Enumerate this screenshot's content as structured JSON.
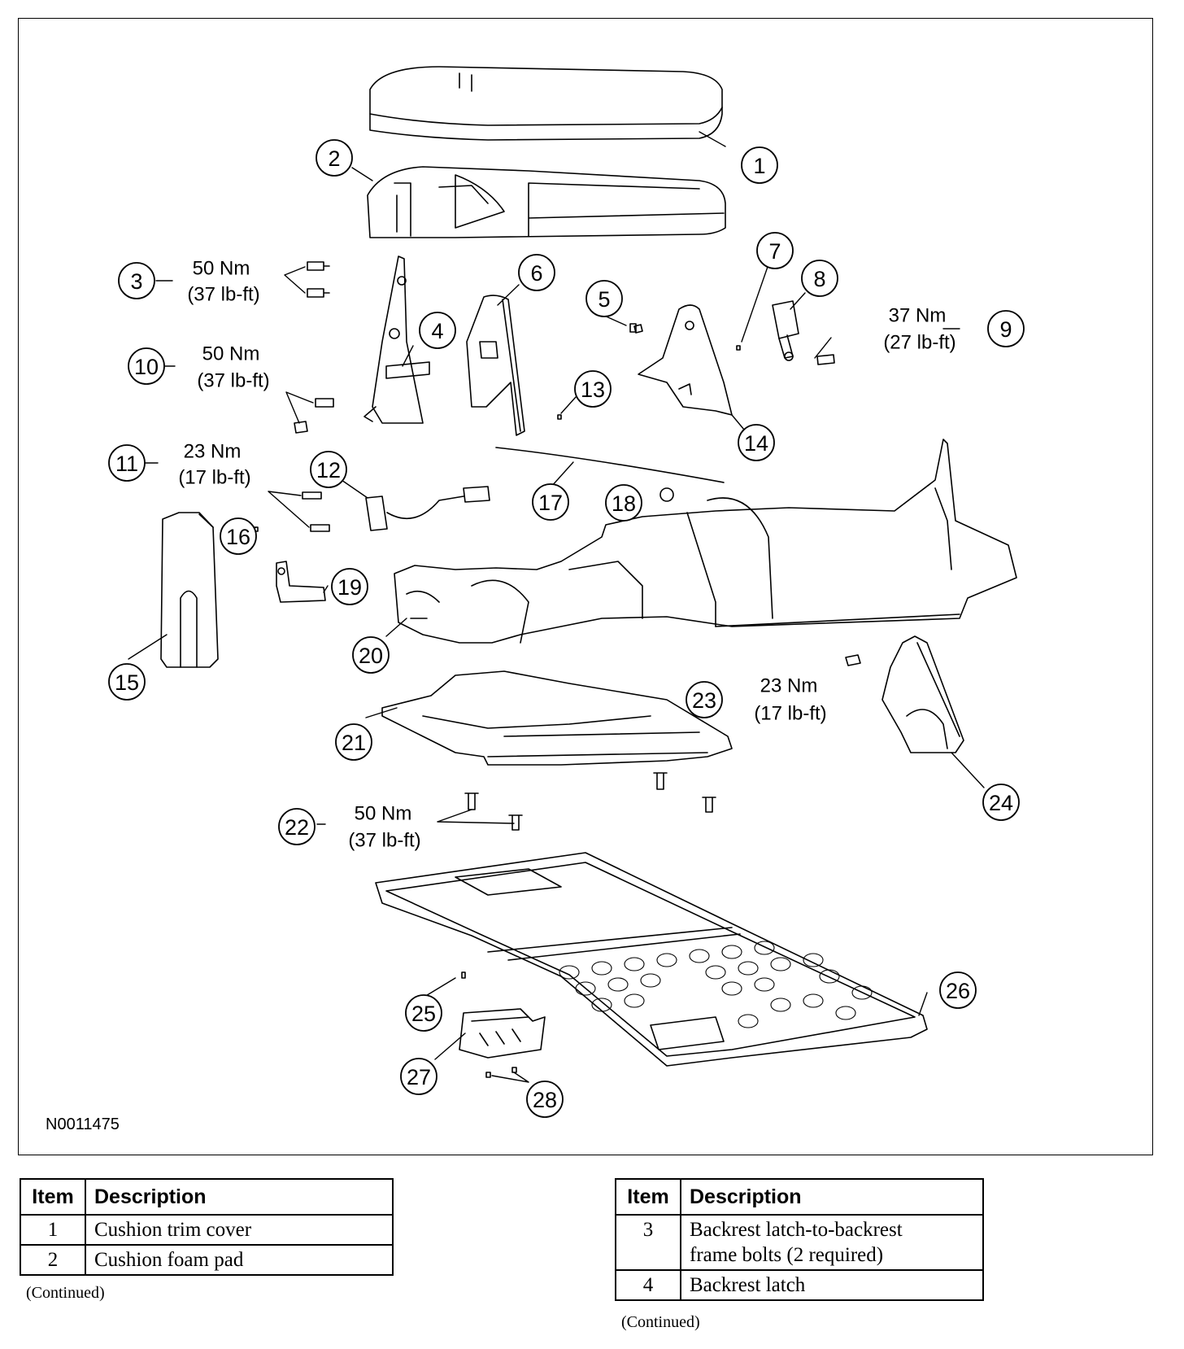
{
  "figure_id": "N0011475",
  "callouts": [
    "1",
    "2",
    "3",
    "4",
    "5",
    "6",
    "7",
    "8",
    "9",
    "10",
    "11",
    "12",
    "13",
    "14",
    "15",
    "16",
    "17",
    "18",
    "19",
    "20",
    "21",
    "22",
    "23",
    "24",
    "25",
    "26",
    "27",
    "28"
  ],
  "torque_specs": [
    {
      "item": "3",
      "nm": "50 Nm",
      "lbft": "(37 lb-ft)"
    },
    {
      "item": "9",
      "nm": "37 Nm",
      "lbft": "(27 lb-ft)"
    },
    {
      "item": "10",
      "nm": "50 Nm",
      "lbft": "(37 lb-ft)"
    },
    {
      "item": "11",
      "nm": "23 Nm",
      "lbft": "(17 lb-ft)"
    },
    {
      "item": "22",
      "nm": "50 Nm",
      "lbft": "(37 lb-ft)"
    },
    {
      "item": "23",
      "nm": "23 Nm",
      "lbft": "(17 lb-ft)"
    }
  ],
  "legend_headers": {
    "item": "Item",
    "description": "Description"
  },
  "legend_left": [
    {
      "item": "1",
      "description": "Cushion trim cover"
    },
    {
      "item": "2",
      "description": "Cushion foam pad"
    }
  ],
  "legend_right": [
    {
      "item": "3",
      "description_line1": "Backrest latch-to-backrest",
      "description_line2": "frame bolts (2 required)"
    },
    {
      "item": "4",
      "description": "Backrest latch"
    }
  ],
  "continued": "(Continued)"
}
